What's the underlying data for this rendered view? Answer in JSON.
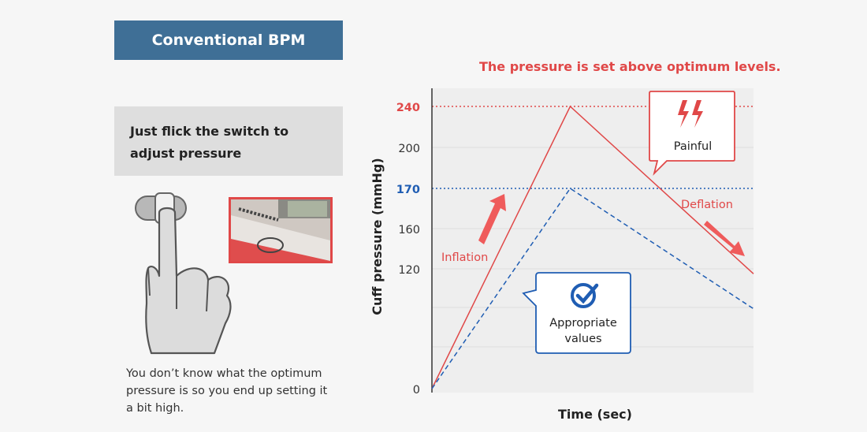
{
  "header": {
    "title": "Conventional BPM"
  },
  "tip": {
    "line1": "Just flick the switch to",
    "line2": "adjust pressure"
  },
  "caption": {
    "line1": "You don’t know what the optimum",
    "line2": "pressure is so you end up setting it",
    "line3": "a bit high."
  },
  "notice": "The pressure is set above optimum levels.",
  "colors": {
    "accent_red": "#e04848",
    "accent_blue": "#1f5db3",
    "header_blue": "#3f6f96"
  },
  "chart_data": {
    "type": "line",
    "title": "",
    "xlabel": "Time (sec)",
    "ylabel": "Cuff pressure (mmHg)",
    "y_ticks": [
      "0",
      "120",
      "160",
      "170",
      "200",
      "240"
    ],
    "reference_lines": [
      {
        "value": 240,
        "color": "#e04848",
        "style": "dotted"
      },
      {
        "value": 170,
        "color": "#1f5db3",
        "style": "dotted"
      }
    ],
    "grid": true,
    "series": [
      {
        "color": "#e04848",
        "style": "solid",
        "points": [
          [
            0,
            0
          ],
          [
            0.43,
            240
          ],
          [
            1.0,
            115
          ]
        ]
      },
      {
        "color": "#1f5db3",
        "style": "dashed",
        "points": [
          [
            0,
            0
          ],
          [
            0.43,
            170
          ],
          [
            1.0,
            80
          ]
        ]
      }
    ],
    "annotations": {
      "inflation": "Inflation",
      "deflation": "Deflation",
      "painful": "Painful",
      "appropriate_line1": "Appropriate",
      "appropriate_line2": "values"
    }
  }
}
